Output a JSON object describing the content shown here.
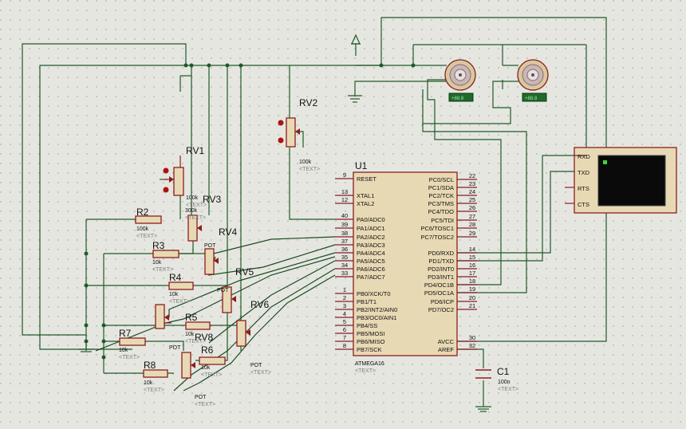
{
  "title": "",
  "components": {
    "rv1": {
      "ref": "RV1",
      "value": "100k",
      "text": "<TEXT>"
    },
    "rv2": {
      "ref": "RV2",
      "value": "100k",
      "text": "<TEXT>"
    },
    "rv3": {
      "ref": "RV3",
      "value": "300k",
      "text": "<TEXT>"
    },
    "rv4": {
      "ref": "RV4",
      "value": "POT",
      "text": "<TEXT>"
    },
    "rv5": {
      "ref": "RV5",
      "value": "POT",
      "text": "<TEXT>"
    },
    "rv6": {
      "ref": "RV6",
      "value": "POT",
      "text": "<TEXT>"
    },
    "rv8": {
      "ref": "RV8",
      "value": "POT",
      "text": "<TEXT>"
    },
    "r2": {
      "ref": "R2",
      "value": "100k",
      "text": "<TEXT>"
    },
    "r3": {
      "ref": "R3",
      "value": "10k",
      "text": "<TEXT>"
    },
    "r4": {
      "ref": "R4",
      "value": "10k",
      "text": "<TEXT>"
    },
    "r5": {
      "ref": "R5",
      "value": "10k",
      "text": "<TEXT>"
    },
    "r6": {
      "ref": "R6",
      "value": "10k",
      "text": "<TEXT>"
    },
    "r7": {
      "ref": "R7",
      "value": "10k",
      "text": "<TEXT>"
    },
    "r8": {
      "ref": "R8",
      "value": "10k",
      "text": "<TEXT>"
    },
    "c1": {
      "ref": "C1",
      "value": "100n",
      "text": "<TEXT>"
    },
    "u1": {
      "ref": "U1",
      "part": "ATMEGA16",
      "text": "<TEXT>"
    }
  },
  "u1_left_pins": [
    {
      "num": "9",
      "name": "RESET"
    },
    {
      "num": "13",
      "name": "XTAL1"
    },
    {
      "num": "12",
      "name": "XTAL2"
    },
    {
      "num": "40",
      "name": "PA0/ADC0"
    },
    {
      "num": "39",
      "name": "PA1/ADC1"
    },
    {
      "num": "38",
      "name": "PA2/ADC2"
    },
    {
      "num": "37",
      "name": "PA3/ADC3"
    },
    {
      "num": "36",
      "name": "PA4/ADC4"
    },
    {
      "num": "35",
      "name": "PA5/ADC5"
    },
    {
      "num": "34",
      "name": "PA6/ADC6"
    },
    {
      "num": "33",
      "name": "PA7/ADC7"
    },
    {
      "num": "1",
      "name": "PB0/XCK/T0"
    },
    {
      "num": "2",
      "name": "PB1/T1"
    },
    {
      "num": "3",
      "name": "PB2/INT2/AIN0"
    },
    {
      "num": "4",
      "name": "PB3/OC0/AIN1"
    },
    {
      "num": "5",
      "name": "PB4/SS"
    },
    {
      "num": "6",
      "name": "PB5/MOSI"
    },
    {
      "num": "7",
      "name": "PB6/MISO"
    },
    {
      "num": "8",
      "name": "PB7/SCK"
    }
  ],
  "u1_right_pins": [
    {
      "num": "22",
      "name": "PC0/SCL"
    },
    {
      "num": "23",
      "name": "PC1/SDA"
    },
    {
      "num": "24",
      "name": "PC2/TCK"
    },
    {
      "num": "25",
      "name": "PC3/TMS"
    },
    {
      "num": "26",
      "name": "PC4/TDO"
    },
    {
      "num": "27",
      "name": "PC5/TDI"
    },
    {
      "num": "28",
      "name": "PC6/TOSC1"
    },
    {
      "num": "29",
      "name": "PC7/TOSC2"
    },
    {
      "num": "14",
      "name": "PD0/RXD"
    },
    {
      "num": "15",
      "name": "PD1/TXD"
    },
    {
      "num": "16",
      "name": "PD2/INT0"
    },
    {
      "num": "17",
      "name": "PD3/INT1"
    },
    {
      "num": "18",
      "name": "PD4/OC1B"
    },
    {
      "num": "19",
      "name": "PD5/OC1A"
    },
    {
      "num": "20",
      "name": "PD6/ICP"
    },
    {
      "num": "21",
      "name": "PD7/OC2"
    },
    {
      "num": "30",
      "name": "AVCC"
    },
    {
      "num": "32",
      "name": "AREF"
    }
  ],
  "terminal_pins": [
    "RXD",
    "TXD",
    "RTS",
    "CTS"
  ],
  "colors": {
    "background": "#e6e6e0",
    "wire": "#1f5a2a",
    "body": "#e8d9b5",
    "outline": "#8b1e1e",
    "label": "#111111",
    "text_placeholder": "#808080"
  }
}
